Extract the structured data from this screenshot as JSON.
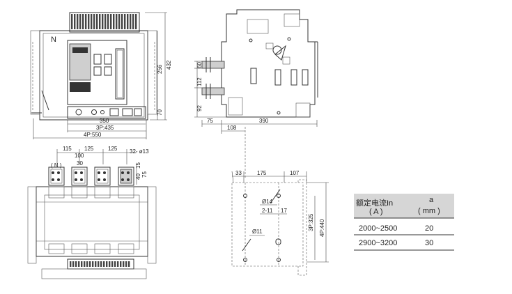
{
  "front_view": {
    "neutral_label": "N",
    "dim_350": "350",
    "dim_3p": "3P:435",
    "dim_4p": "4P:550",
    "dim_256": "256",
    "dim_432": "432",
    "dim_70": "70"
  },
  "side_view": {
    "dim_60": "60",
    "dim_112": "112",
    "dim_92": "92",
    "dim_75": "75",
    "dim_390": "390",
    "dim_108": "108"
  },
  "top_view": {
    "dim_115": "115",
    "dim_100": "100",
    "dim_125a": "125",
    "dim_125b": "125",
    "dim_30": "30",
    "dim_hole": "32- ø13",
    "dim_15": "15",
    "dim_40": "40",
    "dim_75": "75",
    "neutral_label": "( N )"
  },
  "mounting_view": {
    "dim_33": "33",
    "dim_175": "175",
    "dim_107": "107",
    "hole_14": "Ø14",
    "slot": "2-11",
    "slot_17": "17",
    "hole_11": "Ø11",
    "dim_3p": "3P:325",
    "dim_4p": "4P:440"
  },
  "table": {
    "headers": [
      {
        "line1": "额定电流In",
        "line2": "( A )"
      },
      {
        "line1": "a",
        "line2": "( mm )"
      }
    ],
    "rows": [
      [
        "2000~2500",
        "20"
      ],
      [
        "2900~3200",
        "30"
      ]
    ]
  }
}
